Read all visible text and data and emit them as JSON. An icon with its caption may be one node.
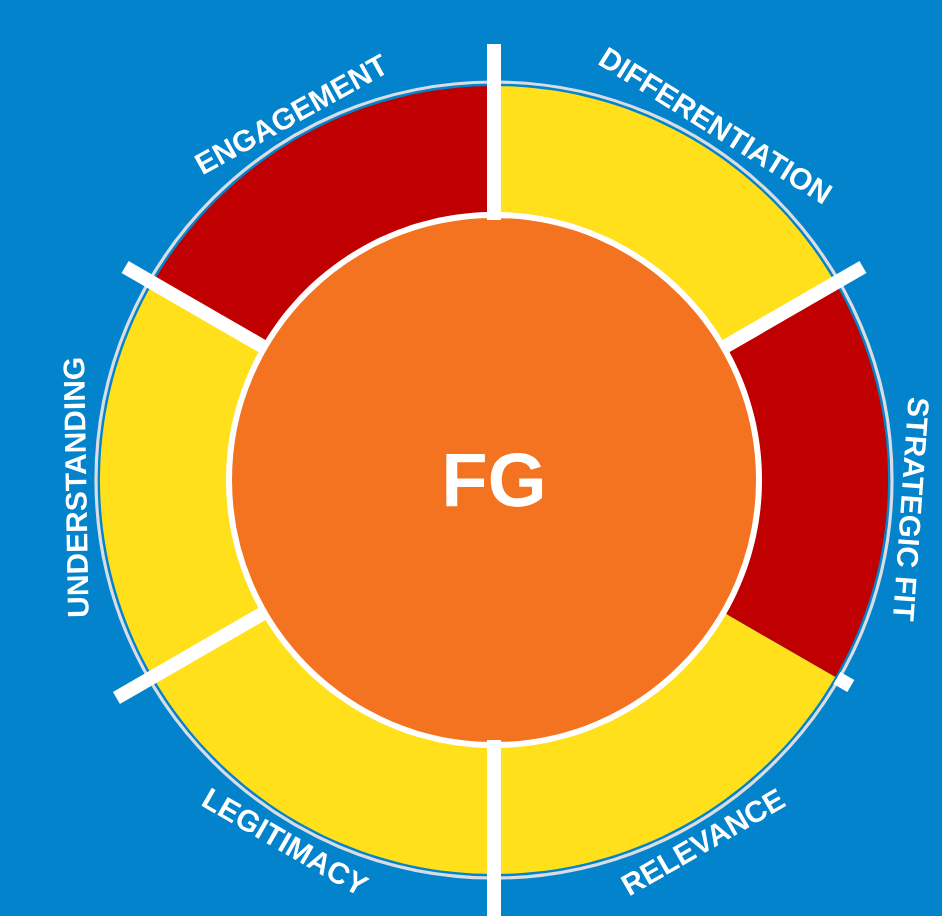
{
  "diagram": {
    "nodes": [
      {
        "text": [
          "FG"
        ]
      },
      {
        "text": [
          "ENGAGEMENT"
        ]
      },
      {
        "text": [
          "DIFFERENTIATION"
        ]
      },
      {
        "text": [
          "STRATEGIC FIT"
        ]
      },
      {
        "text": [
          "RELEVANCE"
        ]
      },
      {
        "text": [
          "LEGITIMACY"
        ]
      },
      {
        "text": [
          "UNDERSTANDING"
        ]
      }
    ]
  }
}
